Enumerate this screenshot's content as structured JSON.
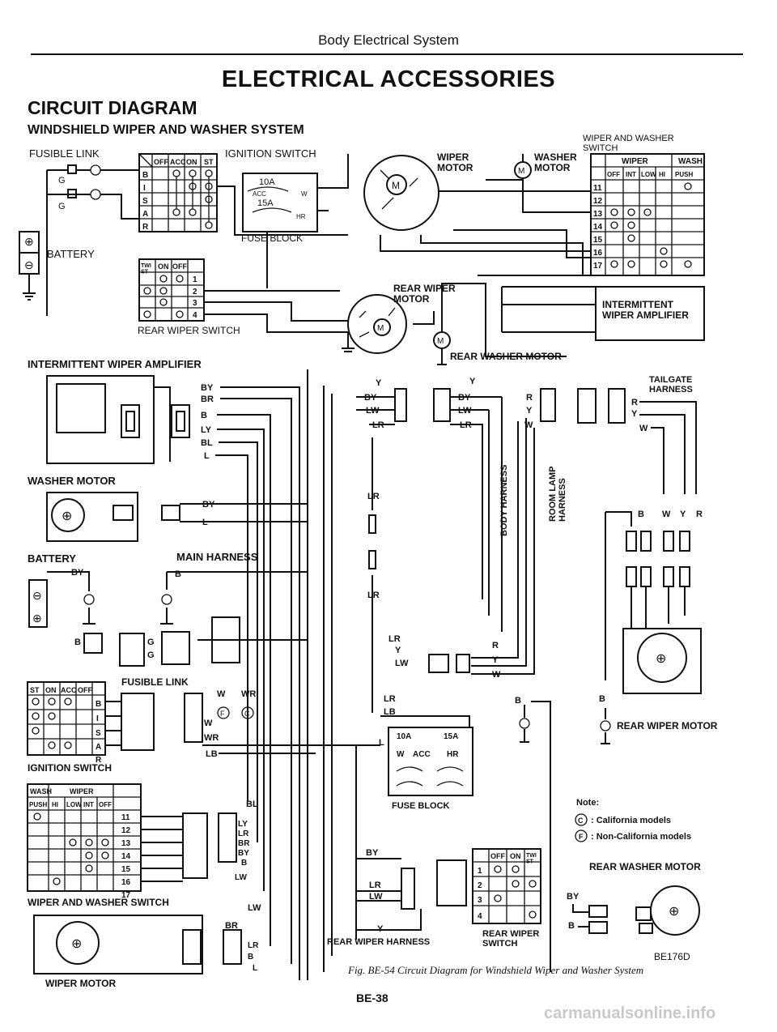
{
  "header": {
    "section_title": "Body Electrical System",
    "main_title": "ELECTRICAL ACCESSORIES"
  },
  "headings": {
    "circuit_diagram": "CIRCUIT DIAGRAM",
    "subheading": "WINDSHIELD WIPER AND WASHER SYSTEM"
  },
  "top": {
    "fusible_link": "FUSIBLE LINK",
    "g1": "G",
    "g2": "G",
    "battery": "BATTERY",
    "ignition_switch": "IGNITION SWITCH",
    "fuse_block": "FUSE BLOCK",
    "fuse_10a": "10A",
    "fuse_15a": "15A",
    "fuse_acc": "ACC",
    "fuse_w": "W",
    "fuse_hr": "HR",
    "wiper_motor": "WIPER\nMOTOR",
    "washer_motor": "WASHER\nMOTOR",
    "wiper_washer_switch": "WIPER AND WASHER\nSWITCH",
    "rear_wiper_switch": "REAR WIPER SWITCH",
    "rear_wiper_motor": "REAR WIPER\nMOTOR",
    "rear_washer_motor": "REAR WASHER MOTOR",
    "intermittent_amp": "INTERMITTENT\nWIPER AMPLIFIER",
    "ign_table": {
      "headers": [
        "OFF",
        "ACC",
        "ON",
        "ST"
      ],
      "rows": [
        "B",
        "I",
        "S",
        "A",
        "R"
      ]
    },
    "ww_table": {
      "group1": "WIPER",
      "group2": "WASH",
      "headers": [
        "OFF",
        "INT",
        "LOW",
        "HI",
        "PUSH"
      ],
      "rows": [
        "11",
        "12",
        "13",
        "14",
        "15",
        "16",
        "17"
      ]
    },
    "rws_table": {
      "headers": [
        "TWI\nST",
        "ON",
        "OFF"
      ],
      "rows": [
        "1",
        "2",
        "3",
        "4"
      ]
    }
  },
  "left": {
    "intermittent_amp": "INTERMITTENT WIPER AMPLIFIER",
    "amp_wires": [
      "BY",
      "BR",
      "B",
      "LY",
      "BL",
      "L"
    ],
    "washer_motor": "WASHER MOTOR",
    "washer_wires": [
      "BY",
      "L"
    ],
    "battery": "BATTERY",
    "battery_wire": "BY",
    "main_harness": "MAIN HARNESS",
    "main_harness_wire": "B",
    "ground_b": "B",
    "g1": "G",
    "g2": "G",
    "fusible_link": "FUSIBLE LINK",
    "fl_wires": [
      "W",
      "WR"
    ],
    "fl_f": "F",
    "fl_c": "C",
    "ign_wires": [
      "W",
      "WR",
      "LB"
    ],
    "ign_switch": "IGNITION SWITCH",
    "ign_headers": [
      "ST",
      "ON",
      "ACC",
      "OFF"
    ],
    "ign_rows": [
      "B",
      "I",
      "S",
      "A",
      "R"
    ],
    "ww_headers_group": [
      "WASH",
      "WIPER"
    ],
    "ww_headers": [
      "PUSH",
      "HI",
      "LOW",
      "INT",
      "OFF"
    ],
    "ww_rows": [
      "11",
      "12",
      "13",
      "14",
      "15",
      "16",
      "17"
    ],
    "ww_wires": [
      "BL",
      "LY",
      "LR",
      "BR",
      "BY",
      "B",
      "LW",
      "LW"
    ],
    "ww_switch": "WIPER AND WASHER SWITCH",
    "wiper_motor_wires": [
      "BR",
      "LR",
      "B",
      "L"
    ],
    "wiper_motor": "WIPER MOTOR"
  },
  "middle": {
    "conn_left": [
      "Y",
      "BY",
      "LW",
      "LR"
    ],
    "conn_right": [
      "Y",
      "BY",
      "LW",
      "LR"
    ],
    "lr1": "LR",
    "lr2": "LR",
    "body_harness": "BODY HARNESS",
    "room_lamp_harness": "ROOM LAMP\nHARNESS",
    "lr3": "LR",
    "y1": "Y",
    "lw1": "LW",
    "ryw": [
      "R",
      "Y",
      "W"
    ],
    "lr4": "LR",
    "lb": "LB",
    "l": "L",
    "fb_10a": "10A",
    "fb_15a": "15A",
    "fb_w": "W",
    "fb_acc": "ACC",
    "fb_hr": "HR",
    "fuse_block": "FUSE BLOCK",
    "b_ground": "B",
    "bottom_wires": [
      "BY",
      "LR",
      "LW",
      "Y"
    ],
    "rear_wiper_harness": "REAR WIPER HARNESS",
    "rws_headers": [
      "OFF",
      "ON",
      "TWI\nST"
    ],
    "rws_rows": [
      "1",
      "2",
      "3",
      "4"
    ],
    "rear_wiper_switch": "REAR WIPER\nSWITCH",
    "top_ryw": [
      "R",
      "Y",
      "W"
    ]
  },
  "right": {
    "tailgate_harness": "TAILGATE\nHARNESS",
    "tg_wires": [
      "R",
      "Y",
      "W"
    ],
    "b_w_y_r": [
      "B",
      "W",
      "Y",
      "R"
    ],
    "b_ground": "B",
    "rear_wiper_motor": "REAR WIPER MOTOR",
    "note_title": "Note:",
    "note_c": "C",
    "note_c_text": ": California models",
    "note_f": "F",
    "note_f_text": ": Non-California models",
    "rear_washer_motor": "REAR WASHER MOTOR",
    "rwm_wires": [
      "BY",
      "B"
    ]
  },
  "footer": {
    "code": "BE176D",
    "caption": "Fig. BE-54  Circuit Diagram for Windshield Wiper and Washer System",
    "page_number": "BE-38",
    "watermark": "carmanualsonline.info"
  }
}
